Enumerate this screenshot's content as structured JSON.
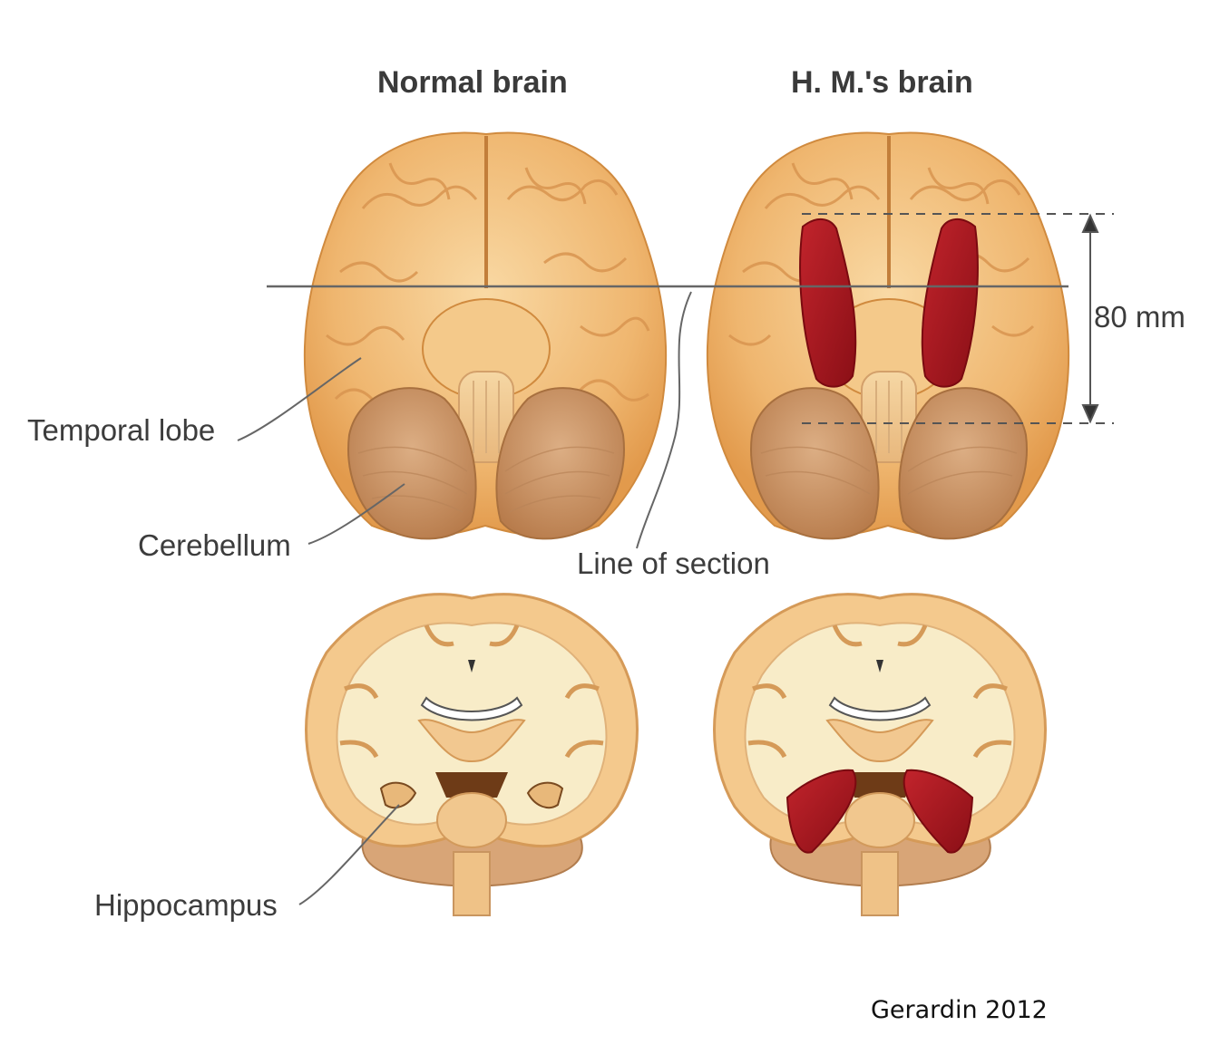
{
  "titles": {
    "normal": "Normal brain",
    "hm": "H. M.'s brain"
  },
  "labels": {
    "temporal_lobe": "Temporal lobe",
    "cerebellum": "Cerebellum",
    "line_of_section": "Line of section",
    "hippocampus": "Hippocampus",
    "measurement": "80 mm"
  },
  "credit": "Gerardin 2012",
  "colors": {
    "brain": "#eeb56e",
    "brain_light": "#f6cf94",
    "cerebellum": "#c98f5f",
    "lesion": "#a8141c",
    "white_matter": "#f8ecc8",
    "line": "#666666"
  }
}
